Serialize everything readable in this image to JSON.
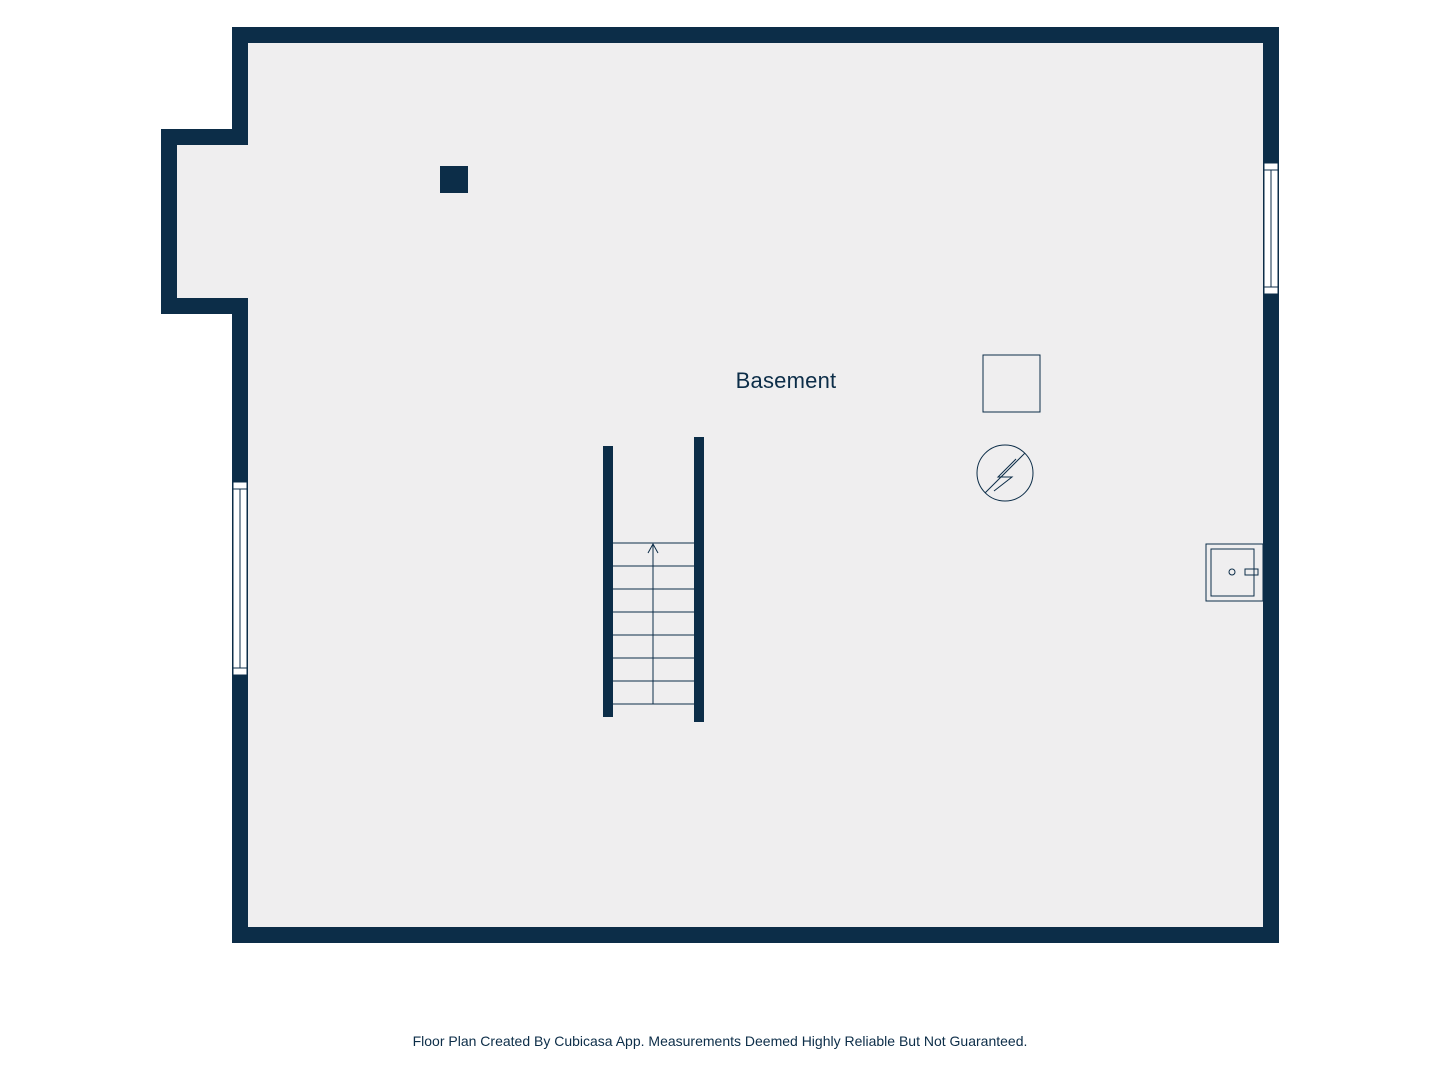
{
  "room": {
    "label": "Basement"
  },
  "footer": {
    "text": "Floor Plan Created By Cubicasa App. Measurements Deemed Highly Reliable But Not Guaranteed."
  },
  "colors": {
    "wall": "#0c2d48",
    "floor": "#efeeef",
    "background": "#ffffff"
  },
  "symbols": [
    "stairs-up-arrow",
    "electrical-panel-icon",
    "water-heater-icon",
    "sink-icon",
    "window",
    "column"
  ]
}
